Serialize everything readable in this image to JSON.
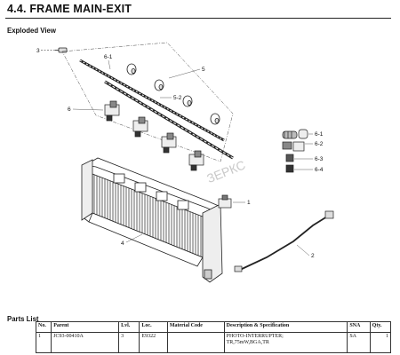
{
  "page": {
    "title": "4.4.   FRAME MAIN-EXIT",
    "exploded_view_heading": "Exploded View",
    "parts_list_heading": "Parts List"
  },
  "diagram": {
    "callouts": [
      "3",
      "6-1",
      "5",
      "5-2",
      "6",
      "6-1",
      "6-2",
      "6-3",
      "6-4",
      "1",
      "4",
      "2"
    ],
    "watermark": "ЗЕРКС"
  },
  "parts_table": {
    "headers": [
      "No.",
      "Parent",
      "Lvl.",
      "Loc.",
      "Material Code",
      "Description & Specification",
      "SNA",
      "Qty."
    ],
    "rows": [
      [
        "1",
        "JC93-00410A",
        "3",
        "E9322",
        "",
        "PHOTO-INTERRUPTER;\nTR,75mW,BGA,TR",
        "SA",
        "1"
      ]
    ]
  },
  "colors": {
    "line": "#222222",
    "hatch": "#555555",
    "watermark": "#c9c9c9"
  }
}
